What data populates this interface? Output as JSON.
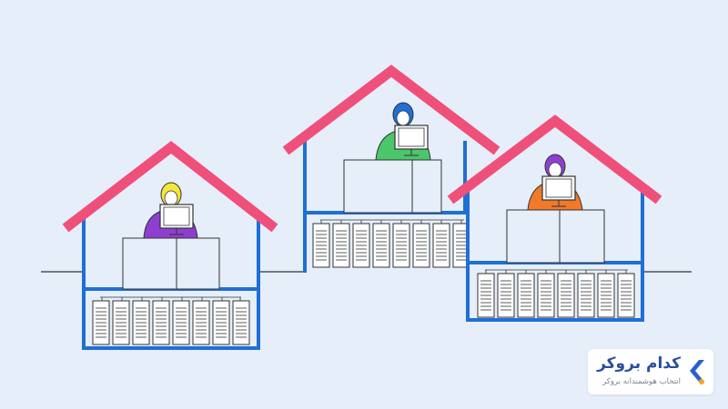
{
  "illustration": {
    "houses": [
      {
        "person_color": "yellow"
      },
      {
        "person_color": "blue-green"
      },
      {
        "person_color": "purple-orange"
      }
    ],
    "colors": {
      "background": "#e6eefa",
      "roof": "#ef5079",
      "walls": "#1f6fd6",
      "server_rack": "#ffffff",
      "line": "#333333"
    }
  },
  "brand": {
    "name": "کدام بروکر",
    "tagline": "انتخاب هوشمندانه بروکر",
    "accent_primary": "#2a5fd0",
    "accent_secondary": "#f5a623"
  }
}
